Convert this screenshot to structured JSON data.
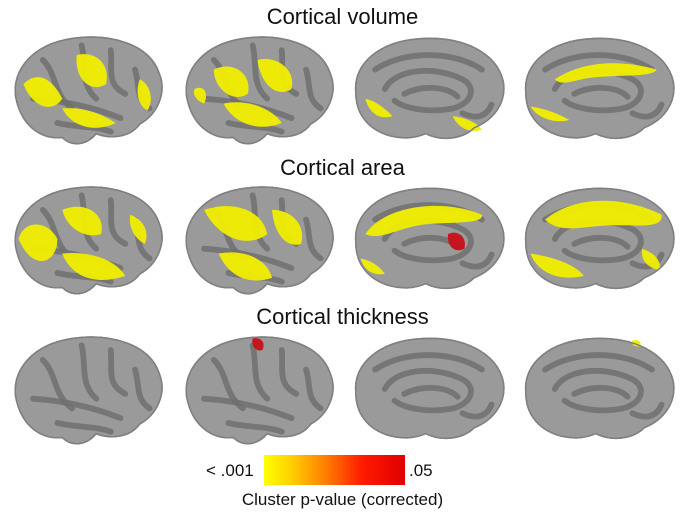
{
  "rows": [
    {
      "title": "Cortical volume"
    },
    {
      "title": "Cortical area"
    },
    {
      "title": "Cortical thickness"
    }
  ],
  "colorbar": {
    "min_label": "< .001",
    "max_label": ".05",
    "caption": "Cluster p-value (corrected)",
    "colors": [
      "#ffff00",
      "#ffd400",
      "#ff7a00",
      "#ff1a00",
      "#e00000"
    ]
  },
  "colors": {
    "cortex": "#9a9a9a",
    "sulci": "#707070",
    "significant_low_p": "#f2ee00",
    "significant_high_p": "#c8101a"
  }
}
